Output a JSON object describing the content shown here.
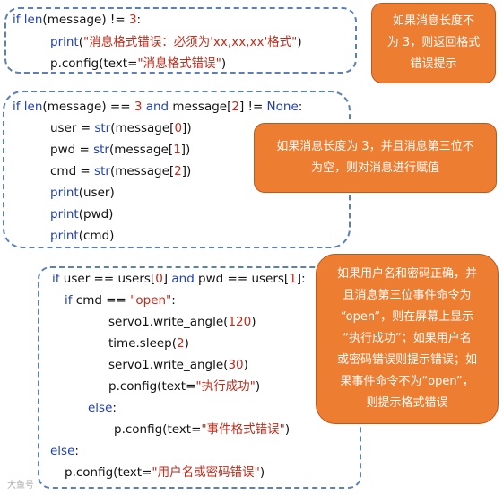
{
  "block1": {
    "lines": [
      [
        {
          "t": "if ",
          "c": "kw"
        },
        {
          "t": "len",
          "c": "kw"
        },
        {
          "t": "(message) != ",
          "c": ""
        },
        {
          "t": "3",
          "c": "num"
        },
        {
          "t": ":",
          "c": ""
        }
      ],
      [
        {
          "t": "print",
          "c": "kw"
        },
        {
          "t": "(",
          "c": ""
        },
        {
          "t": "\"消息格式错误：必须为'xx,xx,xx'格式\"",
          "c": "str"
        },
        {
          "t": ")",
          "c": ""
        }
      ],
      [
        {
          "t": "p.config(text=",
          "c": ""
        },
        {
          "t": "\"消息格式错误\"",
          "c": "str"
        },
        {
          "t": ")",
          "c": ""
        }
      ]
    ]
  },
  "block2": {
    "lines": [
      [
        {
          "t": "if ",
          "c": "kw"
        },
        {
          "t": "len",
          "c": "kw"
        },
        {
          "t": "(message) == ",
          "c": ""
        },
        {
          "t": "3",
          "c": "num"
        },
        {
          "t": " and ",
          "c": "kw"
        },
        {
          "t": "message[",
          "c": ""
        },
        {
          "t": "2",
          "c": "num"
        },
        {
          "t": "] != ",
          "c": ""
        },
        {
          "t": "None",
          "c": "kw"
        },
        {
          "t": ":",
          "c": ""
        }
      ],
      [
        {
          "t": "user = ",
          "c": ""
        },
        {
          "t": "str",
          "c": "kw"
        },
        {
          "t": "(message[",
          "c": ""
        },
        {
          "t": "0",
          "c": "num"
        },
        {
          "t": "])",
          "c": ""
        }
      ],
      [
        {
          "t": "pwd = ",
          "c": ""
        },
        {
          "t": "str",
          "c": "kw"
        },
        {
          "t": "(message[",
          "c": ""
        },
        {
          "t": "1",
          "c": "num"
        },
        {
          "t": "])",
          "c": ""
        }
      ],
      [
        {
          "t": "cmd = ",
          "c": ""
        },
        {
          "t": "str",
          "c": "kw"
        },
        {
          "t": "(message[",
          "c": ""
        },
        {
          "t": "2",
          "c": "num"
        },
        {
          "t": "])",
          "c": ""
        }
      ],
      [
        {
          "t": "print",
          "c": "kw"
        },
        {
          "t": "(user)",
          "c": ""
        }
      ],
      [
        {
          "t": "print",
          "c": "kw"
        },
        {
          "t": "(pwd)",
          "c": ""
        }
      ],
      [
        {
          "t": "print",
          "c": "kw"
        },
        {
          "t": "(cmd)",
          "c": ""
        }
      ]
    ]
  },
  "block3": {
    "lines": [
      [
        {
          "t": "if ",
          "c": "kw"
        },
        {
          "t": "user == users[",
          "c": ""
        },
        {
          "t": "0",
          "c": "num"
        },
        {
          "t": "] ",
          "c": ""
        },
        {
          "t": "and",
          "c": "kw"
        },
        {
          "t": " pwd == users[",
          "c": ""
        },
        {
          "t": "1",
          "c": "num"
        },
        {
          "t": "]:",
          "c": ""
        }
      ],
      [
        {
          "t": "if ",
          "c": "kw"
        },
        {
          "t": "cmd == ",
          "c": ""
        },
        {
          "t": "\"open\"",
          "c": "str"
        },
        {
          "t": ":",
          "c": ""
        }
      ],
      [
        {
          "t": "servo1.write_angle(",
          "c": ""
        },
        {
          "t": "120",
          "c": "num"
        },
        {
          "t": ")",
          "c": ""
        }
      ],
      [
        {
          "t": "time.sleep(",
          "c": ""
        },
        {
          "t": "2",
          "c": "num"
        },
        {
          "t": ")",
          "c": ""
        }
      ],
      [
        {
          "t": "servo1.write_angle(",
          "c": ""
        },
        {
          "t": "30",
          "c": "num"
        },
        {
          "t": ")",
          "c": ""
        }
      ],
      [
        {
          "t": "p.config(text=",
          "c": ""
        },
        {
          "t": "\"执行成功\"",
          "c": "str"
        },
        {
          "t": ")",
          "c": ""
        }
      ],
      [
        {
          "t": "else",
          "c": "kw"
        },
        {
          "t": ":",
          "c": ""
        }
      ],
      [
        {
          "t": "p.config(text=",
          "c": ""
        },
        {
          "t": "\"事件格式错误\"",
          "c": "str"
        },
        {
          "t": ")",
          "c": ""
        }
      ],
      [
        {
          "t": "else",
          "c": "kw"
        },
        {
          "t": ":",
          "c": ""
        }
      ],
      [
        {
          "t": "p.config(text=",
          "c": ""
        },
        {
          "t": "\"用户名或密码错误\"",
          "c": "str"
        },
        {
          "t": ")",
          "c": ""
        }
      ]
    ]
  },
  "callouts": {
    "c1": [
      "如果消息长度不",
      "为 3，则返回格式",
      "错误提示"
    ],
    "c2": [
      "如果消息长度为 3，并且消息第三位不",
      "为空，则对消息进行赋值"
    ],
    "c3": [
      "如果用户名和密码正确，并",
      "且消息第三位事件命令为",
      "“open”，则在屏幕上显示",
      "“执行成功”；如果用户名",
      "或密码错误则提示错误；如",
      "果事件命令不为“open”，",
      "则提示格式错误"
    ]
  },
  "colors": {
    "keyword": "#1f3fbf",
    "literal": "#c12b1b",
    "callout": "#ed7d31",
    "dashed_border": "#5b7fb8"
  },
  "watermark": "大鱼号"
}
